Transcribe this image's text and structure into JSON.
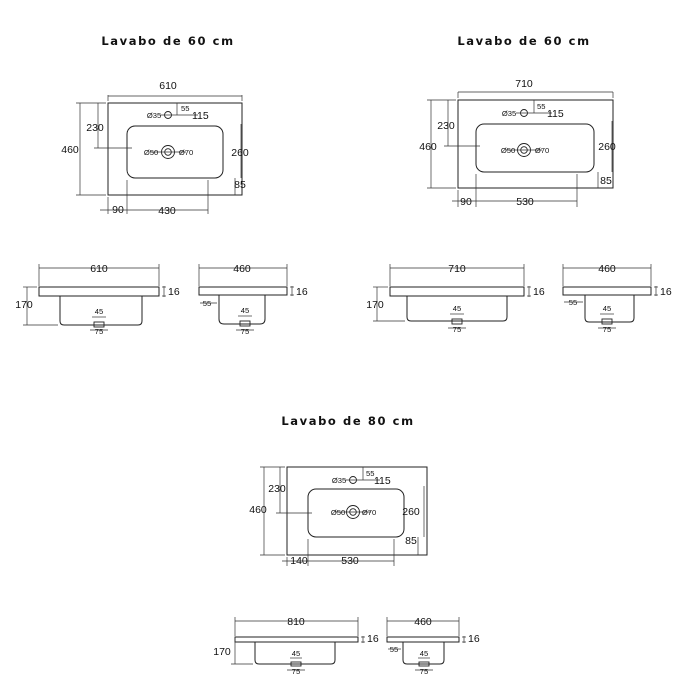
{
  "titles": [
    "Lavabo de 60 cm",
    "Lavabo de 60 cm",
    "Lavabo de 80 cm"
  ],
  "top": {
    "a": {
      "w": "610",
      "h": "460",
      "d230": "230",
      "d260": "260",
      "d85": "85",
      "d90": "90",
      "d430": "430",
      "d35": "Ø35",
      "d55": "55",
      "d115": "115",
      "d50": "Ø50",
      "d70": "Ø70"
    },
    "b": {
      "w": "710",
      "h": "460",
      "d230": "230",
      "d260": "260",
      "d85": "85",
      "d90": "90",
      "d430": "530",
      "d35": "Ø35",
      "d55": "55",
      "d115": "115",
      "d50": "Ø50",
      "d70": "Ø70"
    },
    "c": {
      "h": "460",
      "d230": "230",
      "d260": "260",
      "d85": "85",
      "d90": "140",
      "d430": "530",
      "d35": "Ø35",
      "d55": "55",
      "d115": "115",
      "d50": "Ø50",
      "d70": "Ø70"
    }
  },
  "front": {
    "a": {
      "w": "610",
      "h": "170",
      "t": "16",
      "d45": "45",
      "d75": "75"
    },
    "b": {
      "w": "710",
      "h": "170",
      "t": "16",
      "d45": "45",
      "d75": "75"
    },
    "c": {
      "w": "810",
      "h": "170",
      "t": "16",
      "d45": "45",
      "d75": "75"
    }
  },
  "side": {
    "a": {
      "w": "460",
      "t": "16",
      "d55": "55",
      "d45": "45",
      "d75": "75"
    },
    "b": {
      "w": "460",
      "t": "16",
      "d55": "55",
      "d45": "45",
      "d75": "75"
    },
    "c": {
      "w": "460",
      "t": "16",
      "d55": "55",
      "d45": "45",
      "d75": "75"
    }
  }
}
